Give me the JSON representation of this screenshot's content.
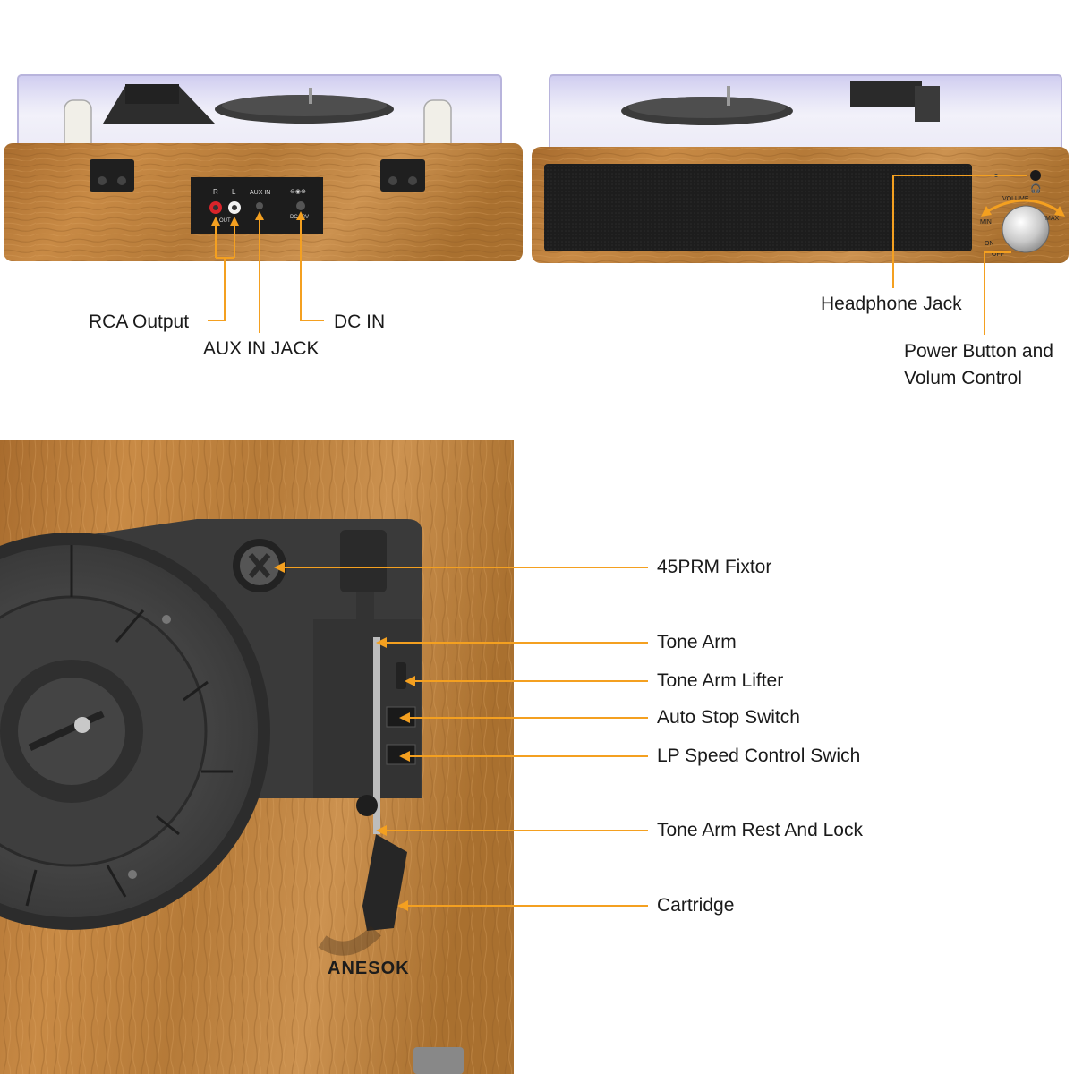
{
  "colors": {
    "leader_line": "#f4a020",
    "wood": "#b57a38",
    "wood_dark": "#8a5522",
    "plastic": "#2c2c2c",
    "speaker": "#1e1e1e"
  },
  "back_view": {
    "labels": {
      "rca_output": "RCA Output",
      "aux_in_jack": "AUX IN JACK",
      "dc_in": "DC IN"
    },
    "panel_text": {
      "r": "R",
      "l": "L",
      "aux_in": "AUX IN",
      "out": "OUT",
      "dc": "DC 12V"
    }
  },
  "front_view": {
    "labels": {
      "headphone_jack": "Headphone Jack",
      "power_button": "Power Button and Volum Control"
    },
    "knob_text": {
      "volume": "VOLUME",
      "min": "MIN",
      "max": "MAX",
      "on": "ON",
      "off": "OFF"
    }
  },
  "top_view": {
    "brand": "ANESOK",
    "labels": {
      "fixtor": "45PRM Fixtor",
      "tone_arm": "Tone Arm",
      "tone_arm_lifter": "Tone Arm Lifter",
      "auto_stop": "Auto Stop Switch",
      "lp_speed": "LP Speed Control Swich",
      "arm_rest": "Tone Arm Rest And Lock",
      "cartridge": "Cartridge"
    }
  }
}
